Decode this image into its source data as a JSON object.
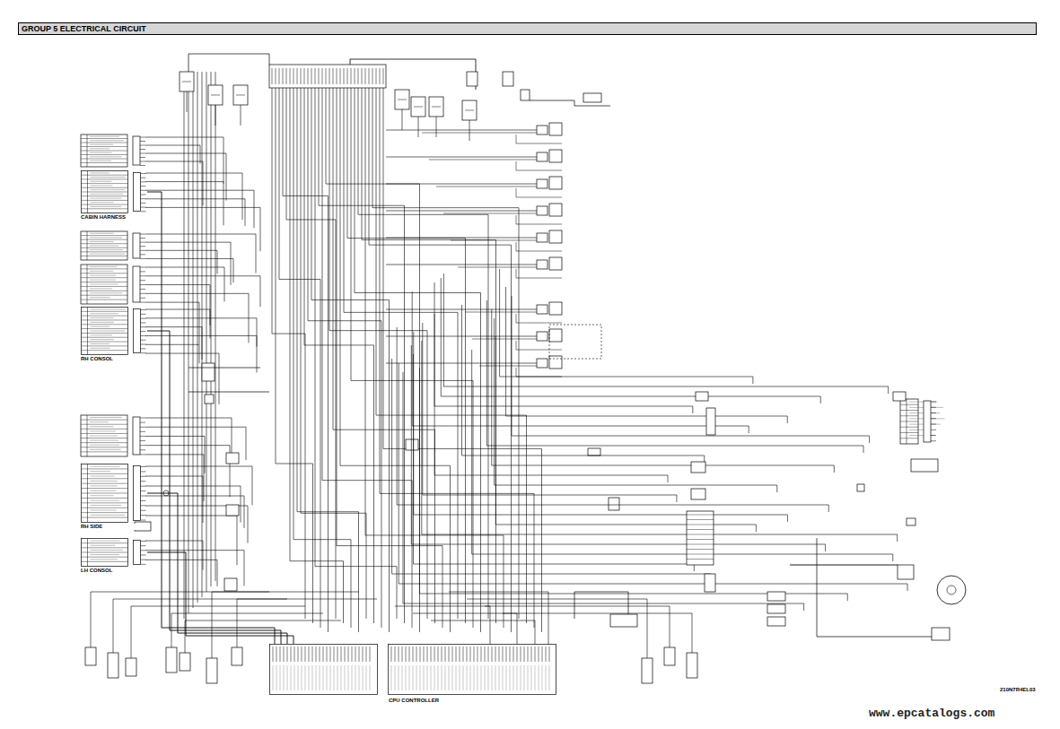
{
  "diagram": {
    "title": "GROUP 5 ELECTRICAL CIRCUIT",
    "nodes": [
      {
        "text": [
          "CABIN HARNESS"
        ]
      },
      {
        "text": [
          "RH CONSOL"
        ]
      },
      {
        "text": [
          "RH SIDE"
        ]
      },
      {
        "text": [
          "LH CONSOL"
        ]
      },
      {
        "text": [
          "CPU CONTROLLER"
        ]
      }
    ],
    "edges": [
      {
        "from": 0,
        "to": 4,
        "arrow": "none"
      },
      {
        "from": 1,
        "to": 4,
        "arrow": "none"
      },
      {
        "from": 2,
        "to": 4,
        "arrow": "none"
      },
      {
        "from": 3,
        "to": 4,
        "arrow": "none"
      }
    ],
    "labels": [
      "210N7R4EL03",
      "www.epcatalogs.com"
    ]
  }
}
